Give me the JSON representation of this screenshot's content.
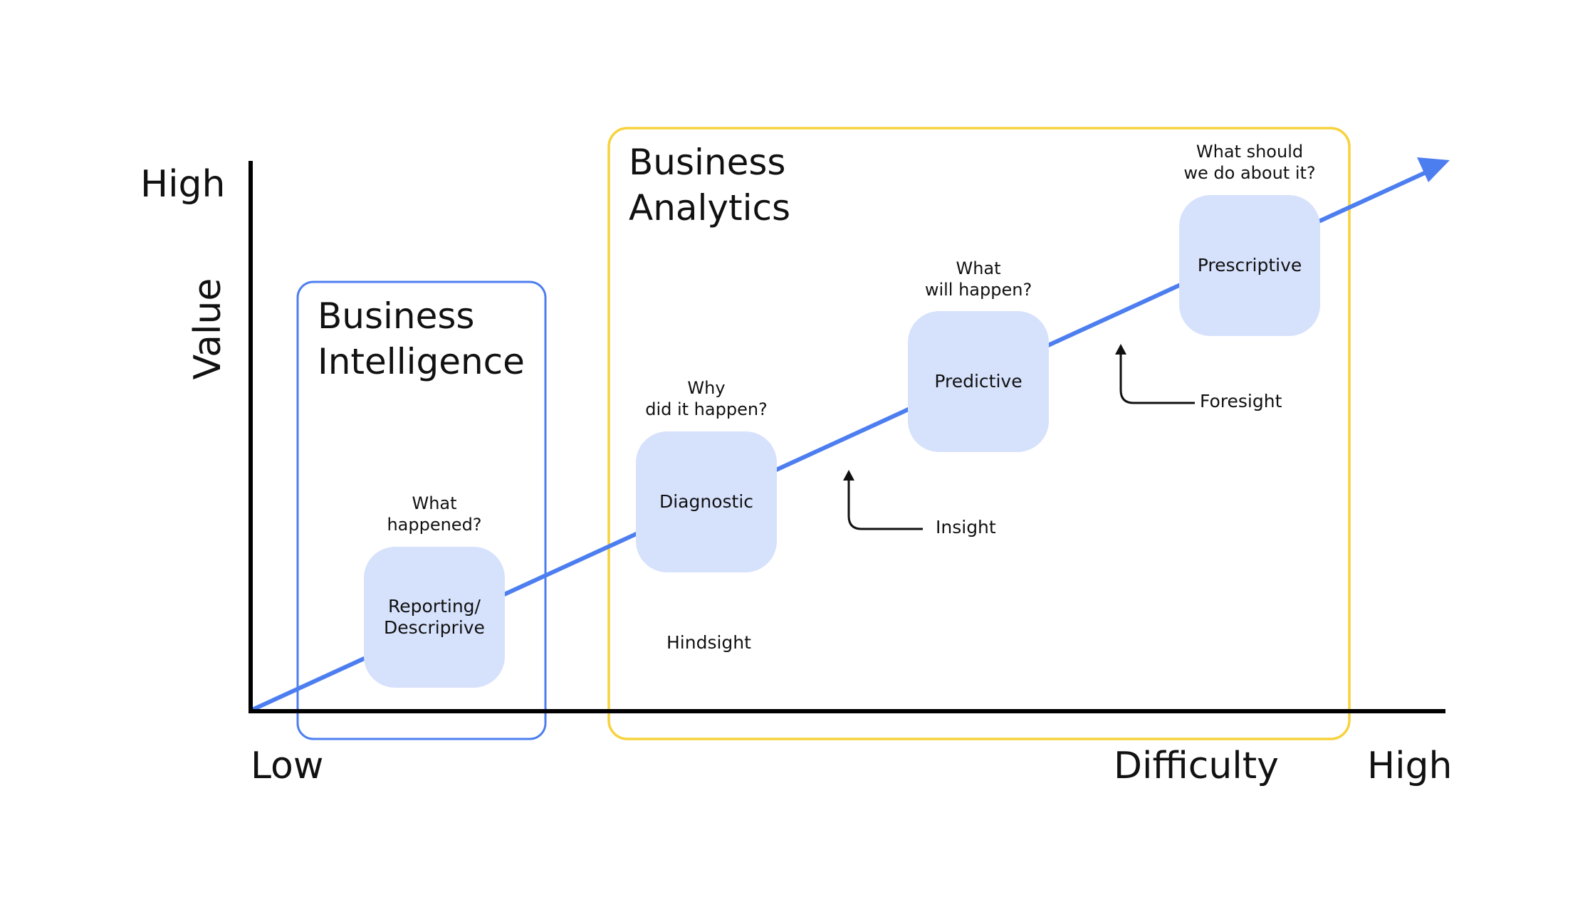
{
  "axes": {
    "y_label": "Value",
    "y_high": "High",
    "x_low": "Low",
    "x_label": "Difficulty",
    "x_high": "High"
  },
  "groups": {
    "business_intelligence": [
      "Business",
      "Intelligence"
    ],
    "business_analytics": [
      "Business",
      "Analytics"
    ]
  },
  "stages": [
    {
      "name": "reporting",
      "label": [
        "Reporting/",
        "Descriprive"
      ],
      "question": [
        "What",
        "happened?"
      ]
    },
    {
      "name": "diagnostic",
      "label": [
        "Diagnostic"
      ],
      "question": [
        "Why",
        "did it happen?"
      ]
    },
    {
      "name": "predictive",
      "label": [
        "Predictive"
      ],
      "question": [
        "What",
        "will happen?"
      ]
    },
    {
      "name": "prescriptive",
      "label": [
        "Prescriptive"
      ],
      "question": [
        "What should",
        "we do about it?"
      ]
    }
  ],
  "annotations": {
    "hindsight": "Hindsight",
    "insight": "Insight",
    "foresight": "Foresight"
  },
  "colors": {
    "trend_arrow": "#4d7ef0",
    "bi_box": "#4d7ef0",
    "ba_box": "#f7d23c",
    "stage_fill": "#d6e1fc",
    "axis": "#000000",
    "text": "#111111"
  }
}
